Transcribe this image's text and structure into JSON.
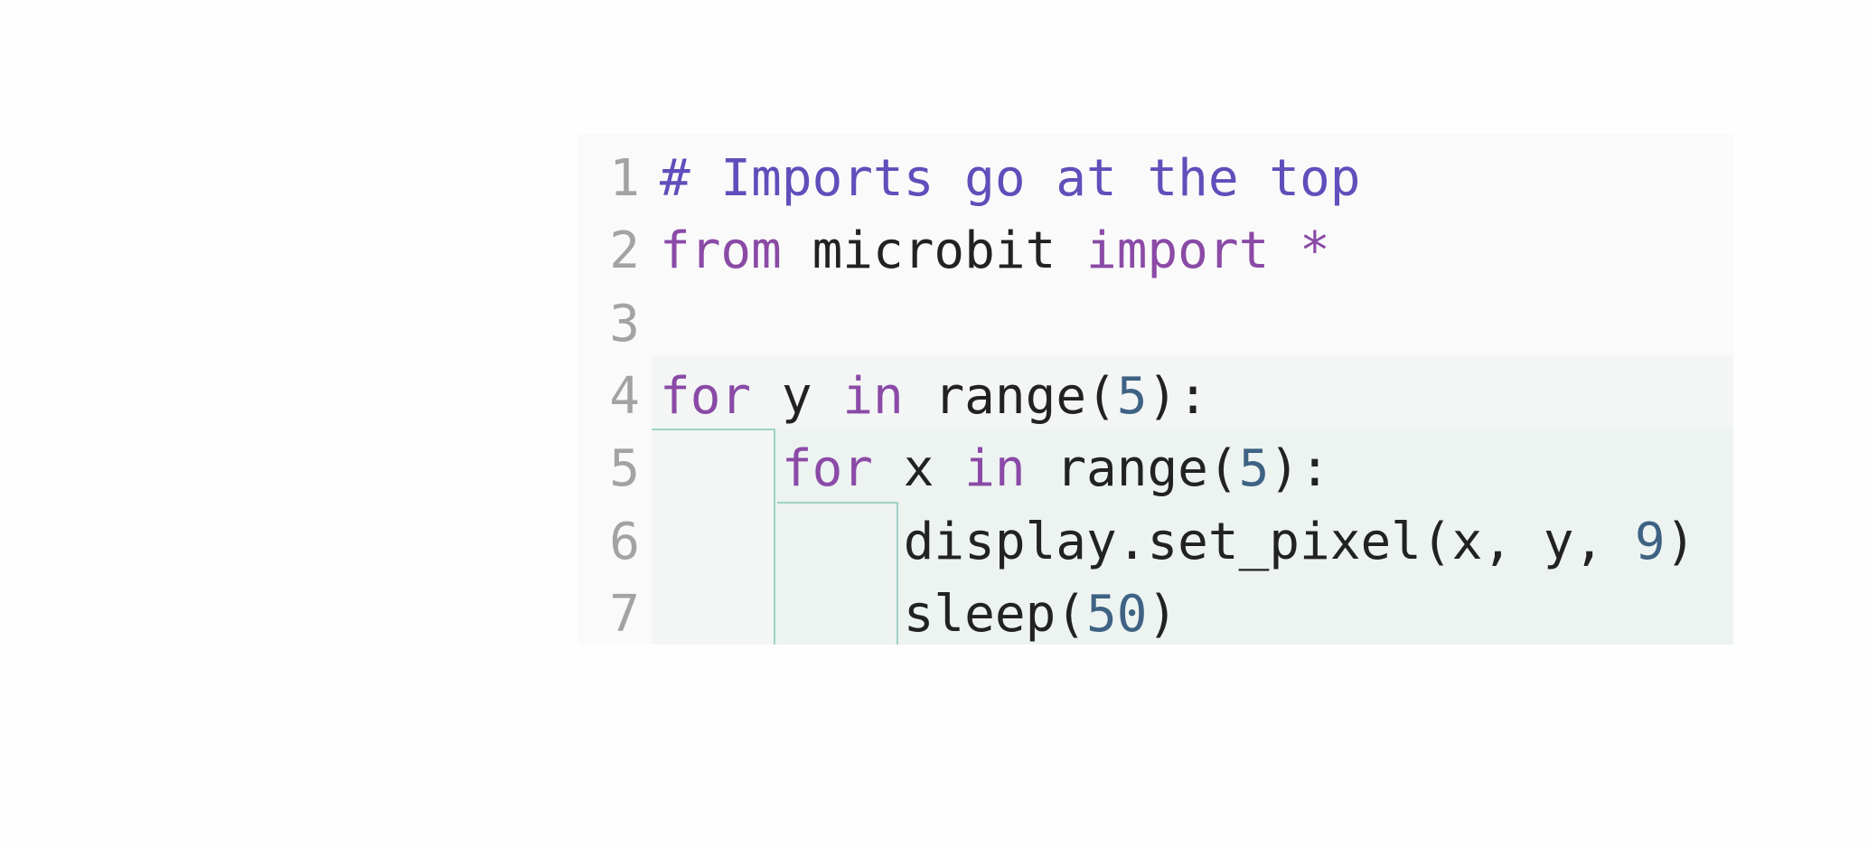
{
  "editor": {
    "lines": [
      {
        "number": "1",
        "indent": "",
        "tokens": [
          {
            "t": "# Imports go at the top",
            "k": "cm"
          }
        ]
      },
      {
        "number": "2",
        "indent": "",
        "tokens": [
          {
            "t": "from",
            "k": "kw"
          },
          {
            "t": " microbit ",
            "k": ""
          },
          {
            "t": "import",
            "k": "kw"
          },
          {
            "t": " *",
            "k": "kw"
          }
        ]
      },
      {
        "number": "3",
        "indent": "",
        "tokens": []
      },
      {
        "number": "4",
        "indent": "",
        "tokens": [
          {
            "t": "for",
            "k": "kw"
          },
          {
            "t": " y ",
            "k": ""
          },
          {
            "t": "in",
            "k": "kw"
          },
          {
            "t": " range(",
            "k": ""
          },
          {
            "t": "5",
            "k": "num"
          },
          {
            "t": "):",
            "k": ""
          }
        ]
      },
      {
        "number": "5",
        "indent": "    ",
        "tokens": [
          {
            "t": "for",
            "k": "kw"
          },
          {
            "t": " x ",
            "k": ""
          },
          {
            "t": "in",
            "k": "kw"
          },
          {
            "t": " range(",
            "k": ""
          },
          {
            "t": "5",
            "k": "num"
          },
          {
            "t": "):",
            "k": ""
          }
        ]
      },
      {
        "number": "6",
        "indent": "        ",
        "tokens": [
          {
            "t": "display.set_pixel(x, y, ",
            "k": ""
          },
          {
            "t": "9",
            "k": "num"
          },
          {
            "t": ")",
            "k": ""
          }
        ]
      },
      {
        "number": "7",
        "indent": "        ",
        "tokens": [
          {
            "t": "sleep(",
            "k": ""
          },
          {
            "t": "50",
            "k": "num"
          },
          {
            "t": ")",
            "k": ""
          }
        ]
      }
    ]
  },
  "colors": {
    "comment": "#5f4fbb",
    "keyword": "#8a4aa6",
    "number": "#3e6283",
    "text": "#222222",
    "block_rule": "#9fd2c7"
  }
}
